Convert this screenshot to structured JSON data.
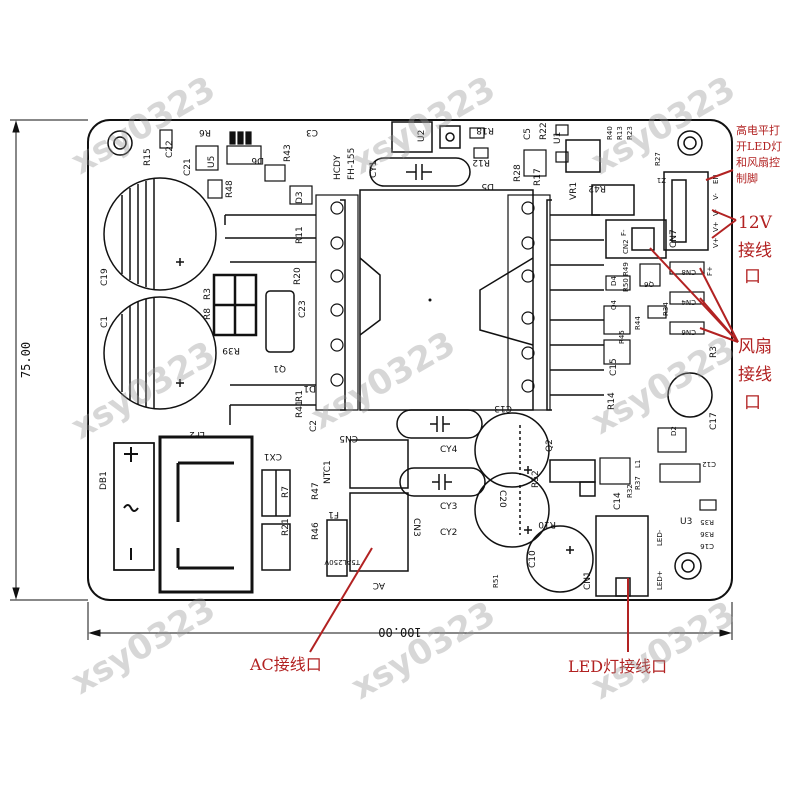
{
  "board": {
    "dimension_height": "75.00",
    "dimension_width": "100.00",
    "model_line1": "HCDY",
    "model_line2": "FH-155",
    "fuse_rating": "T5AL250V",
    "ac_label": "AC",
    "cn1_pins": {
      "plus": "LED+",
      "minus": "LED-"
    },
    "cn2_pins": {
      "fminus": "F-",
      "fplus": "F+"
    },
    "cn7_pins": [
      "V+",
      "V+",
      "V-",
      "V-",
      "EN"
    ],
    "components": {
      "c19": "C19",
      "c1": "C1",
      "db1": "DB1",
      "lf2": "LF2",
      "cx1": "CX1",
      "r7": "R7",
      "r21": "R21",
      "r47": "R47",
      "r46": "R46",
      "f1": "F1",
      "ntc1": "NTC1",
      "cy4": "CY4",
      "cy3": "CY3",
      "cy2": "CY2",
      "cn5": "CN5",
      "cn3": "CN3",
      "c13": "C13",
      "c20": "C20",
      "q2": "Q2",
      "r52": "R52",
      "r10": "R10",
      "c10": "C10",
      "r51": "R51",
      "cn1": "CN1",
      "c14": "C14",
      "u3": "U3",
      "r35": "R35",
      "r36": "R36",
      "c16": "C16",
      "c12": "C12",
      "c17": "C17",
      "r3": "R3",
      "c15": "C15",
      "r14": "R14",
      "u2": "U2",
      "cy1": "CY1",
      "r18": "R18",
      "r12": "R12",
      "r28": "R28",
      "d5": "D5",
      "vr1": "VR1",
      "r42": "R42",
      "c3": "C3",
      "c5": "C5",
      "r22": "R22",
      "u1": "U1",
      "r40": "R40",
      "r13": "R13",
      "r23": "R23",
      "z1": "Z1",
      "cn7": "CN7",
      "cn2": "CN2",
      "cn8": "CN8",
      "cn4": "CN4",
      "cn6": "CN6",
      "d4": "D4",
      "r49": "R49",
      "r50": "R50",
      "q6": "Q6",
      "q4": "Q4",
      "r44": "R44",
      "r45": "R45",
      "r34": "R34",
      "r15": "R15",
      "c22": "C22",
      "r6": "R6",
      "c21": "C21",
      "u5": "U5",
      "d6": "D6",
      "r43": "R43",
      "r48": "R48",
      "d3": "D3",
      "r11": "R11",
      "r20": "R20",
      "r8": "R8",
      "r39": "R39",
      "c23": "C23",
      "q1": "Q1",
      "d1": "D1",
      "r41": "R41",
      "r1": "R1",
      "l1": "L1",
      "r37": "R37",
      "r32": "R32",
      "d2": "D2",
      "r17": "R17",
      "c2": "C2",
      "r27": "R27"
    }
  },
  "callouts": {
    "enable_line1": "高电平打",
    "enable_line2": "开LED灯",
    "enable_line3": "和风扇控",
    "enable_line4": "制脚",
    "v12_line1": "12V",
    "v12_line2": "接线",
    "v12_line3": "口",
    "fan_line1": "风扇",
    "fan_line2": "接线",
    "fan_line3": "口",
    "ac_port": "AC接线口",
    "led_port": "LED灯接线口"
  },
  "watermark": "xsy0323",
  "colors": {
    "callout": "#b22222",
    "ink": "#111111",
    "watermark": "#969696"
  }
}
